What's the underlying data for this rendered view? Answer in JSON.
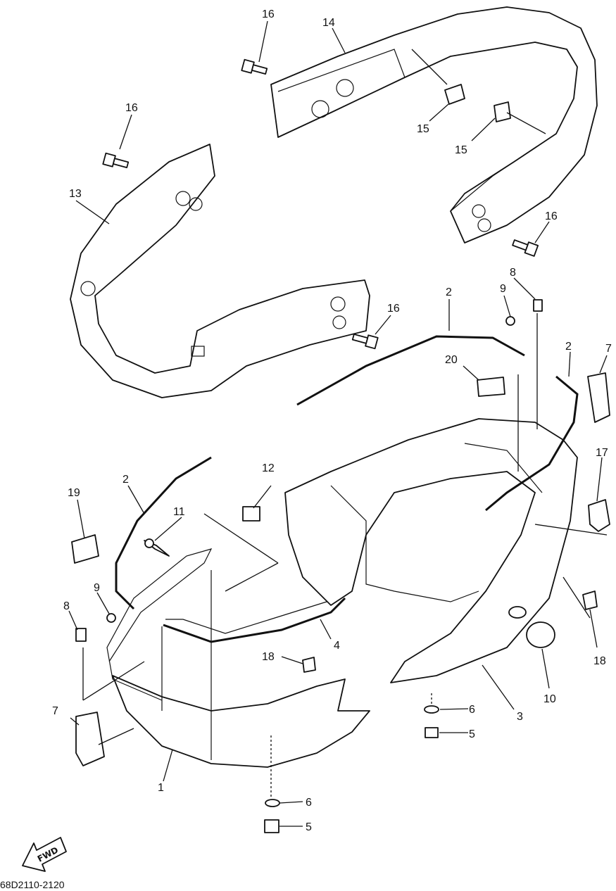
{
  "diagram": {
    "drawing_code": "68D2110-2120",
    "fwd_label": "FWD",
    "callouts": {
      "c1": "1",
      "c2a": "2",
      "c2b": "2",
      "c2c": "2",
      "c3": "3",
      "c4": "4",
      "c5a": "5",
      "c5b": "5",
      "c6a": "6",
      "c6b": "6",
      "c7a": "7",
      "c7b": "7",
      "c8a": "8",
      "c8b": "8",
      "c9a": "9",
      "c9b": "9",
      "c10": "10",
      "c11": "11",
      "c12": "12",
      "c13": "13",
      "c14": "14",
      "c15a": "15",
      "c15b": "15",
      "c16a": "16",
      "c16b": "16",
      "c16c": "16",
      "c16d": "16",
      "c17": "17",
      "c18a": "18",
      "c18b": "18",
      "c19": "19",
      "c20": "20"
    }
  }
}
